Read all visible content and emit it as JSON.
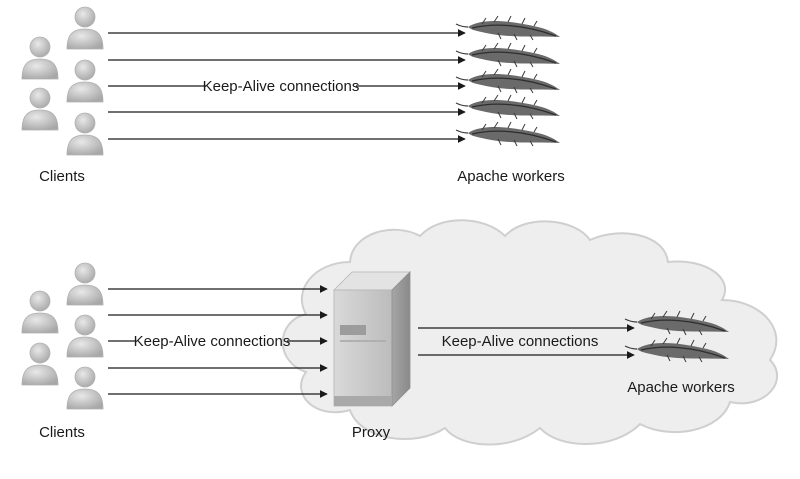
{
  "top_panel": {
    "clients_label": "Clients",
    "connections_label": "Keep-Alive connections",
    "workers_label": "Apache workers"
  },
  "bottom_panel": {
    "clients_label": "Clients",
    "client_connections_label": "Keep-Alive connections",
    "proxy_label": "Proxy",
    "worker_connections_label": "Keep-Alive connections",
    "workers_label": "Apache workers"
  },
  "colors": {
    "line": "#1a1a1a",
    "cloud_fill": "#efefef",
    "cloud_edge": "#c8c8c8",
    "person": "#b9b9b9",
    "feather": "#555555",
    "server_front": "#cdcdcd",
    "server_side": "#9a9a9a"
  }
}
